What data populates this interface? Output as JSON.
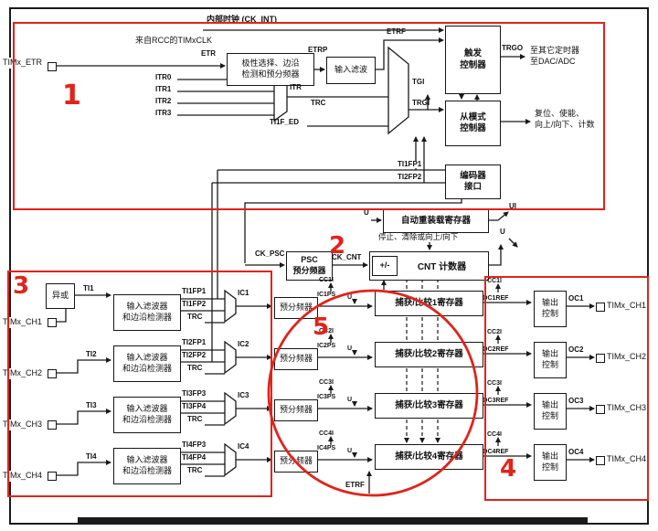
{
  "colors": {
    "annotation_red": "#e2231a",
    "line_black": "#1a1a1a"
  },
  "annotations": {
    "n1": "1",
    "n2": "2",
    "n3": "3",
    "n4": "4",
    "n5": "5"
  },
  "top": {
    "internal_clock": "内部时钟 (CK_INT)",
    "from_rcc": "来自RCC的TIMxCLK",
    "timx_etr": "TIMx_ETR",
    "etr": "ETR",
    "polarity_box": "极性选择、边沿\n检测和预分频器",
    "etrp": "ETRP",
    "input_filter": "输入滤波",
    "etrf": "ETRF",
    "trigger_ctrl": "触发\n控制器",
    "trgo": "TRGO",
    "dest": "至其它定时器\n至DAC/ADC",
    "itr0": "ITR0",
    "itr1": "ITR1",
    "itr2": "ITR2",
    "itr3": "ITR3",
    "itr": "ITR",
    "trc": "TRC",
    "ti1f_ed": "TI1F_ED",
    "tgi": "TGI",
    "trgi": "TRGI",
    "slave_ctrl": "从模式\n控制器",
    "slave_actions": "复位、使能、\n向上/向下、计数",
    "ti1fp1": "TI1FP1",
    "ti2fp2": "TI2FP2",
    "encoder": "编码器\n接口"
  },
  "counter": {
    "u_in": "U",
    "auto_reload": "自动重装载寄存器",
    "ui": "UI",
    "u_out": "U",
    "stop_clear": "停止、清除或向上/向下",
    "ck_psc": "CK_PSC",
    "psc": "PSC\n预分频器",
    "ck_cnt": "CK_CNT",
    "plus_minus": "+/-",
    "cnt": "CNT 计数器"
  },
  "misc": {
    "xor": "异或",
    "etrf_bottom": "ETRF"
  },
  "channels": [
    {
      "in_pin": "TIMx_CH1",
      "ti": "TI1",
      "filter": "输入滤波器\n和边沿检测器",
      "fp1": "TI1FP1",
      "fp2": "TI1FP2",
      "trc": "TRC",
      "ic": "IC1",
      "prescaler": "预分频器",
      "icps": "IC1PS",
      "u": "U",
      "cci_left": "CC1I",
      "ccr": "捕获/比较1寄存器",
      "cci_right": "CC1I",
      "ocref": "OC1REF",
      "out_ctrl": "输出\n控制",
      "oc": "OC1",
      "out_pin": "TIMx_CH1"
    },
    {
      "in_pin": "TIMx_CH2",
      "ti": "TI2",
      "filter": "输入滤波器\n和边沿检测器",
      "fp1": "TI2FP1",
      "fp2": "TI2FP2",
      "trc": "TRC",
      "ic": "IC2",
      "prescaler": "预分频器",
      "icps": "IC2PS",
      "u": "U",
      "cci_left": "CC2I",
      "ccr": "捕获/比较2寄存器",
      "cci_right": "CC2I",
      "ocref": "OC2REF",
      "out_ctrl": "输出\n控制",
      "oc": "OC2",
      "out_pin": "TIMx_CH2"
    },
    {
      "in_pin": "TIMx_CH3",
      "ti": "TI3",
      "filter": "输入滤波器\n和边沿检测器",
      "fp1": "TI3FP3",
      "fp2": "TI3FP4",
      "trc": "TRC",
      "ic": "IC3",
      "prescaler": "预分频器",
      "icps": "IC3PS",
      "u": "U",
      "cci_left": "CC3I",
      "ccr": "捕获/比较3寄存器",
      "cci_right": "CC3I",
      "ocref": "OC3REF",
      "out_ctrl": "输出\n控制",
      "oc": "OC3",
      "out_pin": "TIMx_CH3"
    },
    {
      "in_pin": "TIMx_CH4",
      "ti": "TI4",
      "filter": "输入滤波器\n和边沿检测器",
      "fp1": "TI4FP3",
      "fp2": "TI4FP4",
      "trc": "TRC",
      "ic": "IC4",
      "prescaler": "预分频器",
      "icps": "IC4PS",
      "u": "U",
      "cci_left": "CC4I",
      "ccr": "捕获/比较4寄存器",
      "cci_right": "CC4I",
      "ocref": "OC4REF",
      "out_ctrl": "输出\n控制",
      "oc": "OC4",
      "out_pin": "TIMx_CH4"
    }
  ]
}
